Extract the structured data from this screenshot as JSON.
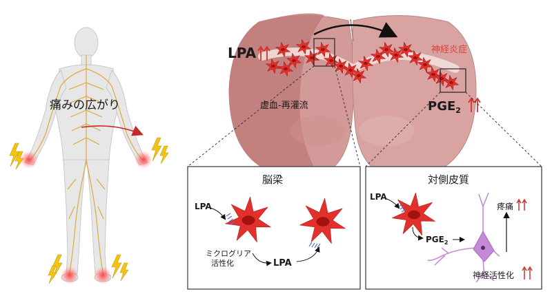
{
  "left": {
    "pain_spread": "痛みの広がり"
  },
  "brain": {
    "lpa_label": "LPA",
    "ischemia_label": "虚血-再灌流",
    "neuroinflammation_label": "神経炎症",
    "pge2_label": "PGE",
    "pge2_subscript": "2"
  },
  "callout_left": {
    "title": "脳梁",
    "lpa_top": "LPA",
    "microglia_label_line1": "ミクログリア",
    "microglia_label_line2": "活性化",
    "lpa_bottom": "LPA"
  },
  "callout_right": {
    "title": "対側皮質",
    "lpa_label": "LPA",
    "pge2_label": "PGE",
    "pge2_subscript": "2",
    "pain_label": "疼痛",
    "neural_activation_label": "神経活性化"
  },
  "colors": {
    "brain_fill": "#d29a98",
    "brain_dark": "#c07b79",
    "microglia": "#e2312c",
    "nerve": "#e0a73a",
    "body": "#e6e6e6",
    "neuron": "#c58ad6",
    "arrow_red": "#d2322d"
  }
}
